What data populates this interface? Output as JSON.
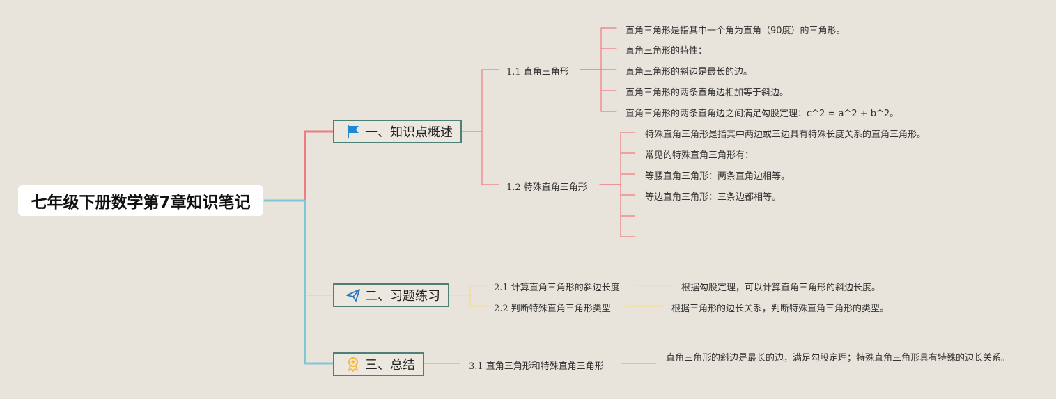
{
  "root": {
    "title": "七年级下册数学第7章知识笔记"
  },
  "branches": [
    {
      "label": "一、知识点概述",
      "icon": "flag-icon",
      "color": "#ee7b7f",
      "subs": [
        {
          "label": "1.1 直角三角形",
          "leaves": [
            "直角三角形是指其中一个角为直角（90度）的三角形。",
            "直角三角形的特性：",
            "直角三角形的斜边是最长的边。",
            "直角三角形的两条直角边相加等于斜边。",
            "直角三角形的两条直角边之间满足勾股定理：c^2 = a^2 + b^2。"
          ]
        },
        {
          "label": "1.2 特殊直角三角形",
          "leaves": [
            "特殊直角三角形是指其中两边或三边具有特殊长度关系的直角三角形。",
            "常见的特殊直角三角形有：",
            "等腰直角三角形：两条直角边相等。",
            "等边直角三角形：三条边都相等。",
            "",
            ""
          ]
        }
      ]
    },
    {
      "label": "二、习题练习",
      "icon": "paper-plane-icon",
      "color": "#f8d98a",
      "subs": [
        {
          "label": "2.1 计算直角三角形的斜边长度",
          "leaves": [
            "根据勾股定理，可以计算直角三角形的斜边长度。"
          ]
        },
        {
          "label": "2.2 判断特殊直角三角形类型",
          "leaves": [
            "根据三角形的边长关系，判断特殊直角三角形的类型。"
          ]
        }
      ]
    },
    {
      "label": "三、总结",
      "icon": "award-ribbon-icon",
      "color": "#7fc6d6",
      "subs": [
        {
          "label": "3.1 直角三角形和特殊直角三角形",
          "leaves": [
            "直角三角形的斜边是最长的边，满足勾股定理；特殊直角三角形具有特殊的边长关系。"
          ]
        }
      ]
    }
  ],
  "colors": {
    "background": "#e8e4dc",
    "branch_border": "#4f8078",
    "flag_icon": "#1e88d4",
    "plane_icon": "#2b78c2",
    "award_icon": "#f2b93b"
  }
}
